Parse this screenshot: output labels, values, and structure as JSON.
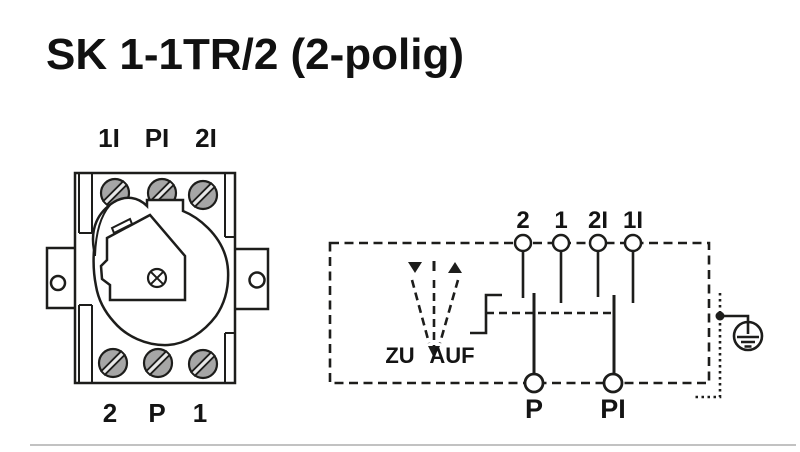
{
  "title": "SK 1-1TR/2 (2-polig)",
  "front_view": {
    "top_terminals": [
      "1I",
      "PI",
      "2I"
    ],
    "bottom_terminals": [
      "2",
      "P",
      "1"
    ]
  },
  "schematic": {
    "top_terminals": [
      "2",
      "1",
      "2I",
      "1I"
    ],
    "bottom_terminals": [
      "P",
      "PI"
    ],
    "close_label": "ZU",
    "open_label": "AUF"
  },
  "colors": {
    "line": "#1d1d1b",
    "screw_fill": "#a6a6a6",
    "background": "#ffffff",
    "divider": "#c2c2c2"
  }
}
